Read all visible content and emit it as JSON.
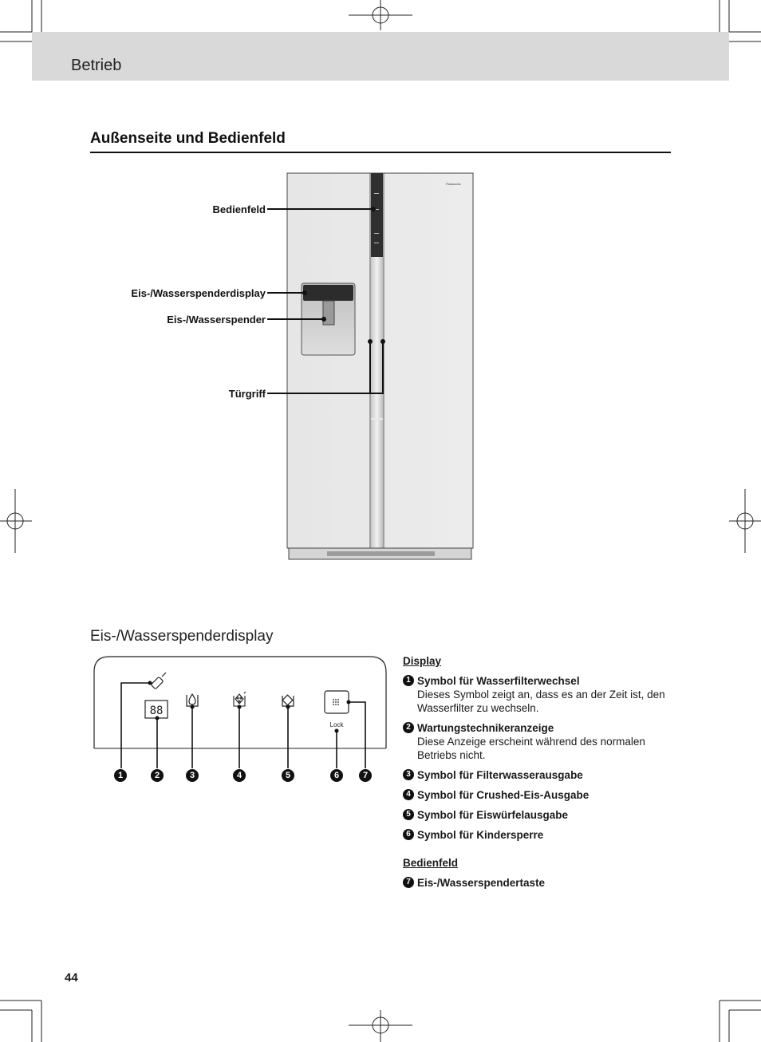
{
  "header": {
    "title": "Betrieb"
  },
  "section": {
    "title": "Außenseite und Bedienfeld"
  },
  "fridge": {
    "brand": "Panasonic",
    "labels": {
      "control_panel": "Bedienfeld",
      "dispenser_display": "Eis-/Wasserspenderdisplay",
      "dispenser": "Eis-/Wasserspender",
      "door_handle": "Türgriff"
    }
  },
  "display_section": {
    "title": "Eis-/Wasserspenderdisplay",
    "digits": "88",
    "lock_label": "Lock",
    "callouts": [
      "1",
      "2",
      "3",
      "4",
      "5",
      "6",
      "7"
    ]
  },
  "legend": {
    "display_heading": "Display",
    "items": [
      {
        "num": "1",
        "title": "Symbol für Wasserfilterwechsel",
        "desc": "Dieses Symbol zeigt an, dass es an der Zeit ist, den Wasserfilter zu wechseln."
      },
      {
        "num": "2",
        "title": "Wartungstechnikeranzeige",
        "desc": "Diese Anzeige erscheint während des normalen Betriebs nicht."
      },
      {
        "num": "3",
        "title": "Symbol für Filterwasserausgabe",
        "desc": ""
      },
      {
        "num": "4",
        "title": "Symbol für Crushed-Eis-Ausgabe",
        "desc": ""
      },
      {
        "num": "5",
        "title": "Symbol für Eiswürfelausgabe",
        "desc": ""
      },
      {
        "num": "6",
        "title": "Symbol für Kindersperre",
        "desc": ""
      }
    ],
    "panel_heading": "Bedienfeld",
    "panel_items": [
      {
        "num": "7",
        "title": "Eis-/Wasserspendertaste",
        "desc": ""
      }
    ]
  },
  "page": {
    "number": "44"
  }
}
